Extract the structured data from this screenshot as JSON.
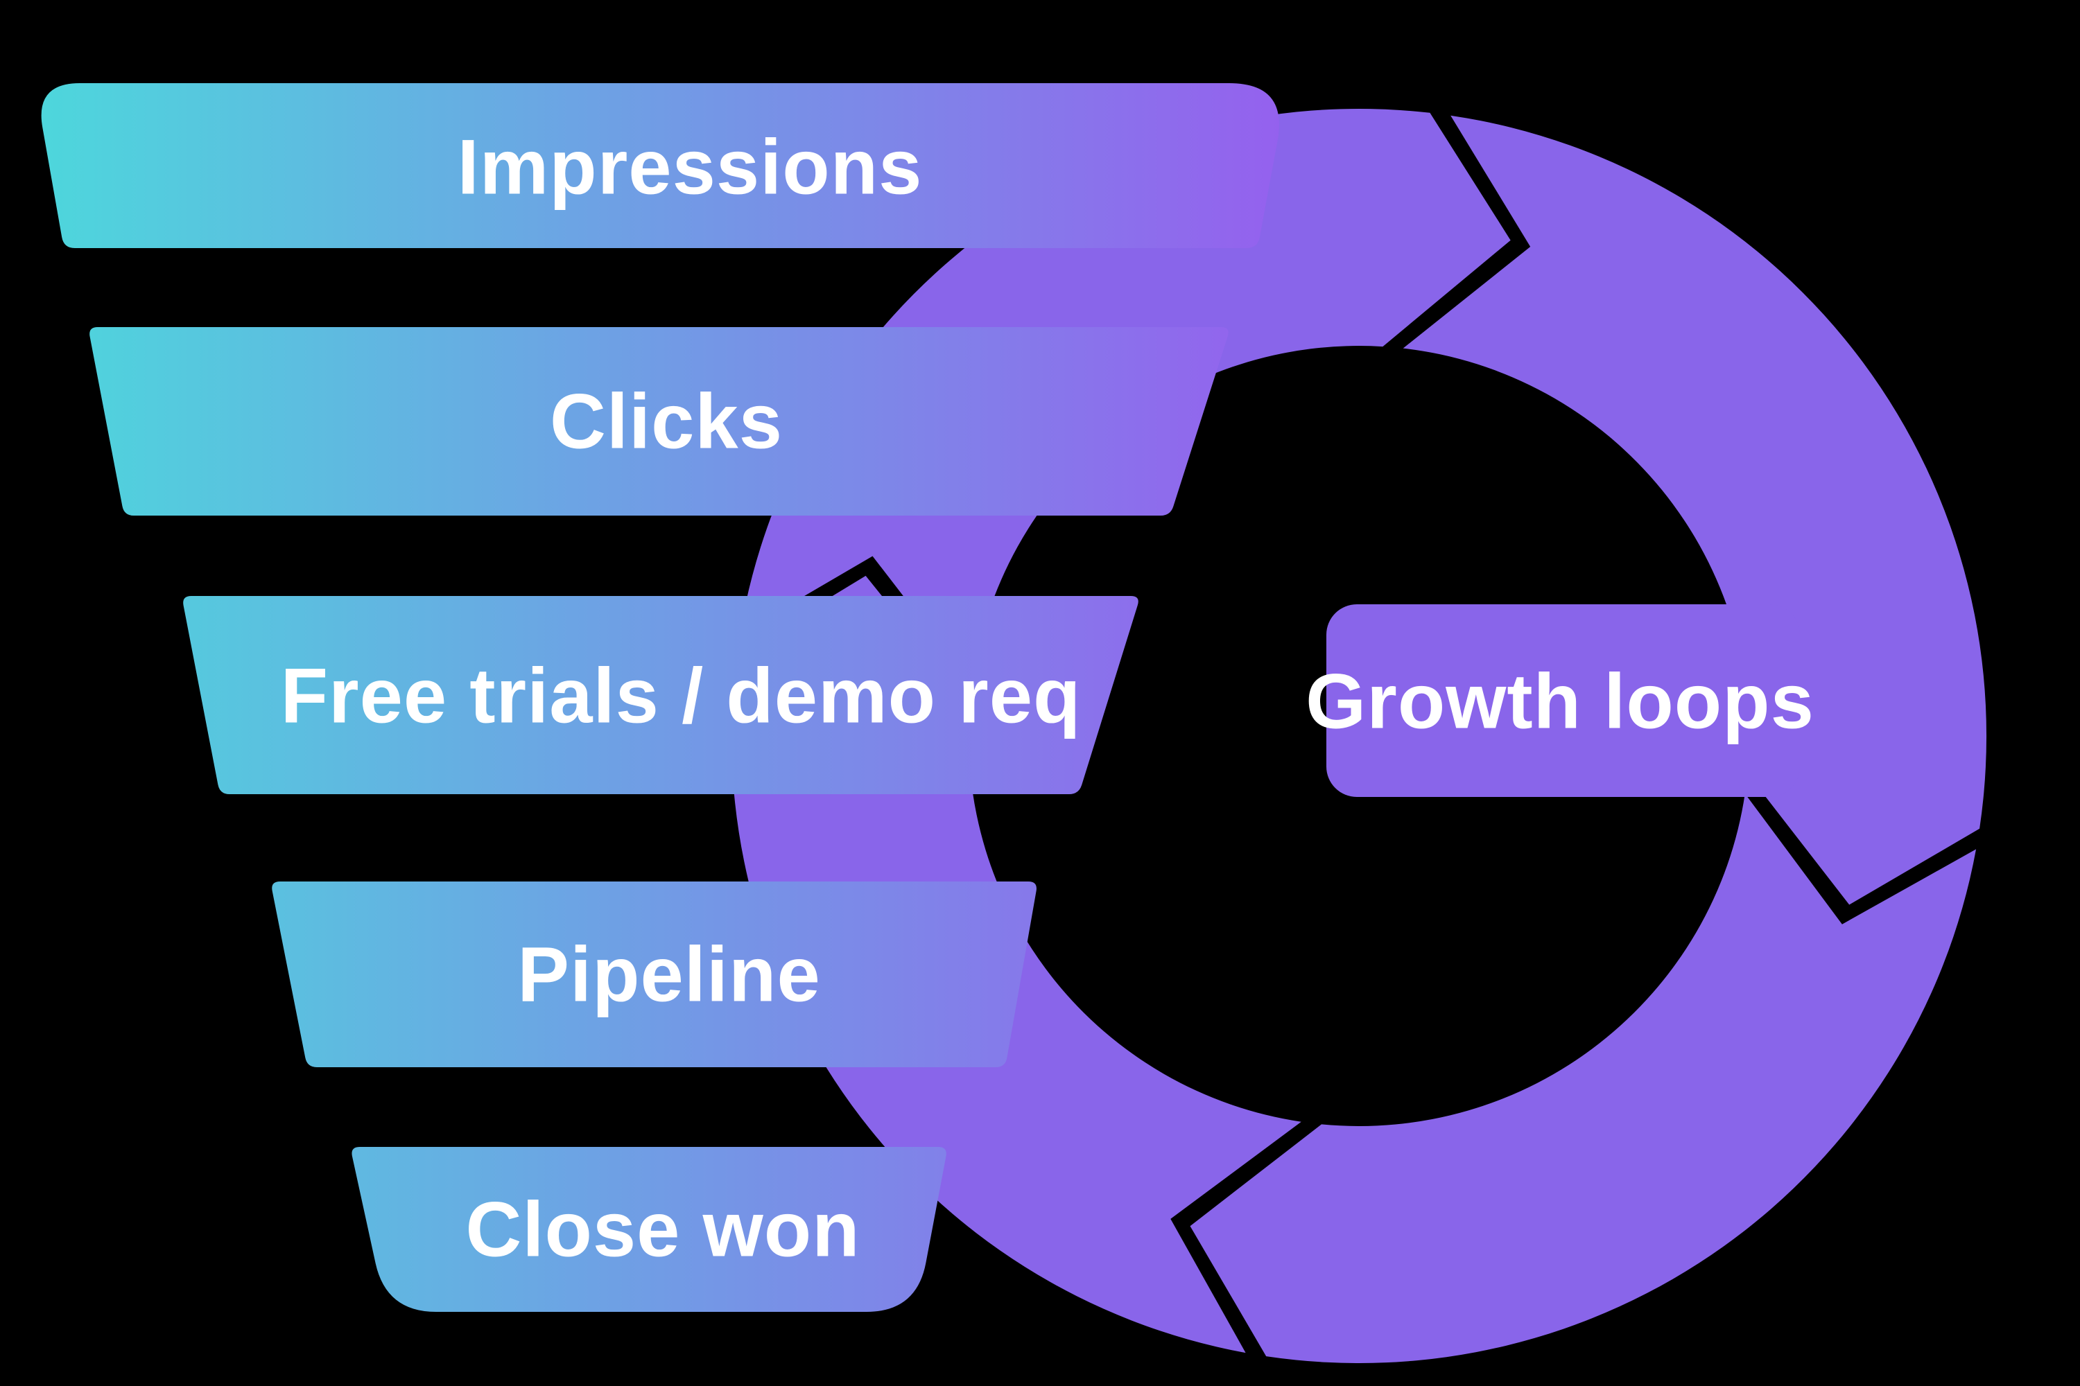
{
  "diagram": {
    "background": "#000000",
    "funnel": {
      "stages": [
        "Impressions",
        "Clicks",
        "Free trials / demo req",
        "Pipeline",
        "Close won"
      ],
      "gradient": {
        "from": "#4DD7DC",
        "to": "#9560EE"
      },
      "text_color": "#FFFFFF"
    },
    "loop": {
      "label": "Growth loops",
      "color": "#8965EA",
      "text_color": "#FFFFFF",
      "direction": "clockwise",
      "arrow_count": 4
    }
  }
}
